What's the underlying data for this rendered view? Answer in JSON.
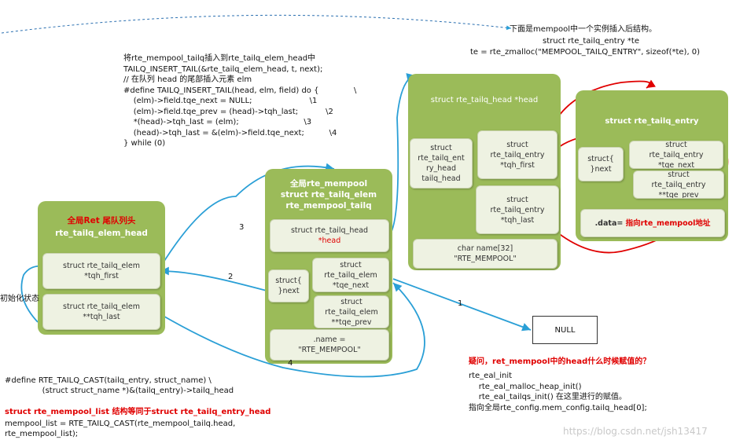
{
  "top_note": {
    "line1": "下面是mempool中一个实例插入后结构。",
    "line2": "struct rte_tailq_entry *te",
    "line3": "te = rte_zmalloc(\"MEMPOOL_TAILQ_ENTRY\", sizeof(*te), 0)"
  },
  "macro_note": {
    "lines": [
      "将rte_mempool_tailq插入到rte_tailq_elem_head中",
      "TAILQ_INSERT_TAIL(&rte_tailq_elem_head, t, next);",
      "// 在队列 head 的尾部插入元素 elm",
      "#define TAILQ_INSERT_TAIL(head, elm, field) do {              \\",
      "    (elm)->field.tqe_next = NULL;                       \\1",
      "    (elm)->field.tqe_prev = (head)->tqh_last;           \\2",
      "    *(head)->tqh_last = (elm);                          \\3",
      "    (head)->tqh_last = &(elm)->field.tqe_next;          \\4",
      "} while (0)"
    ]
  },
  "global_head": {
    "title1": "全局Ret 尾队列头",
    "title2": "rte_tailq_elem_head",
    "first": "struct rte_tailq_elem\n*tqh_first",
    "last": "struct rte_tailq_elem\n**tqh_last"
  },
  "init_label": "初始化状态",
  "mempool_elem": {
    "title": "全局rte_mempool\nstruct rte_tailq_elem\nrte_mempool_tailq",
    "head_line": "struct rte_tailq_head",
    "head_name": "*head",
    "next_struct": "struct{\n}next",
    "tqe_next": "struct\nrte_tailq_elem\n*tqe_next",
    "tqe_prev": "struct\nrte_tailq_elem\n**tqe_prev",
    "name": ".name =\n\"RTE_MEMPOOL\""
  },
  "tailq_head": {
    "title": "struct rte_tailq_head *head",
    "entry_head": "struct\nrte_tailq_ent\nry_head\ntailq_head",
    "tqh_first": "struct\nrte_tailq_entry\n*tqh_first",
    "tqh_last": "struct\nrte_tailq_entry\n*tqh_last",
    "name": "char name[32]\n\"RTE_MEMPOOL\""
  },
  "tailq_entry": {
    "title": "struct rte_tailq_entry",
    "next_struct": "struct{\n}next",
    "tqe_next": "struct\nrte_tailq_entry\n*tqe_next",
    "tqe_prev": "struct\nrte_tailq_entry\n**tqe_prev",
    "data_label": ".data= ",
    "data_value": "指向rte_mempool地址"
  },
  "null_label": "NULL",
  "arrow_labels": [
    "1",
    "2",
    "3",
    "4"
  ],
  "cast_note": {
    "line1": "#define RTE_TAILQ_CAST(tailq_entry, struct_name) \\",
    "line2": "               (struct struct_name *)&(tailq_entry)->tailq_head",
    "line3": "struct rte_mempool_list 结构等同于struct rte_tailq_entry_head",
    "line4": "mempool_list = RTE_TAILQ_CAST(rte_mempool_tailq.head,",
    "line5": "rte_mempool_list);"
  },
  "question_note": {
    "line1": "疑问，ret_mempool中的head什么时候赋值的？",
    "line2": "rte_eal_init",
    "line3": "    rte_eal_malloc_heap_init()",
    "line4": "    rte_eal_tailqs_init() 在这里进行的赋值。",
    "line5": "指向全局rte_config.mem_config.tailq_head[0];"
  },
  "watermark": "https://blog.csdn.net/jsh13417",
  "colors": {
    "group": "#9bbb59",
    "card": "#eef2e2",
    "blue_arrow": "#2a9fd6",
    "red_arrow": "#e00000",
    "red_text": "#e00000"
  }
}
